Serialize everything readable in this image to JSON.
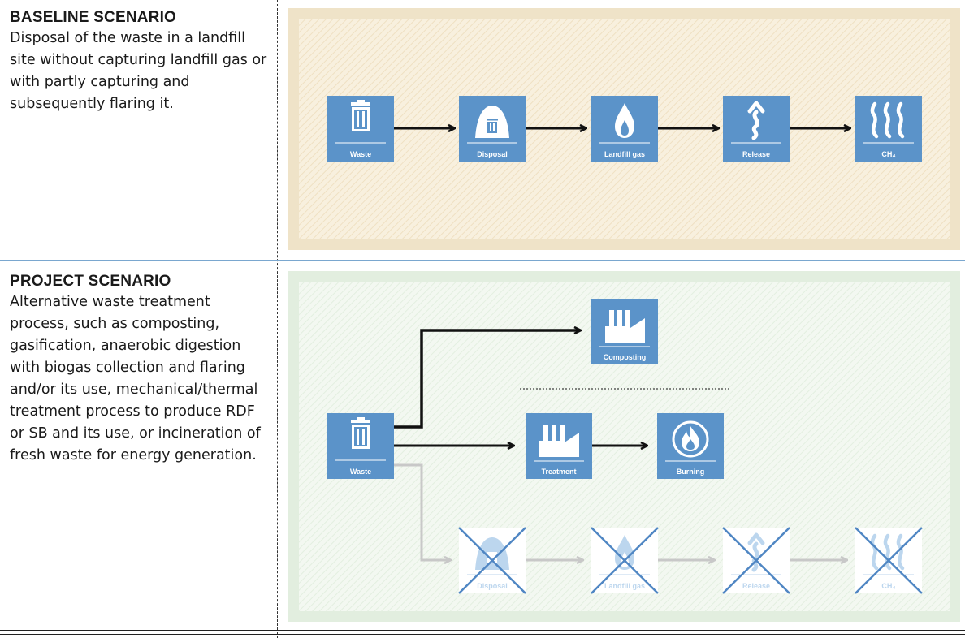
{
  "baseline": {
    "heading": "BASELINE SCENARIO",
    "description": "Disposal of the waste in a landfill site without capturing landfill gas or with partly capturing and subsequently flaring it.",
    "steps": [
      "Waste",
      "Disposal",
      "Landfill gas",
      "Release",
      "CH₄"
    ]
  },
  "project": {
    "heading": "PROJECT SCENARIO",
    "description": "Alternative waste treatment process, such as composting, gasification, anaerobic digestion with biogas collection and flaring and/or its use, mechanical/thermal treatment process to produce RDF or SB and its use, or incineration of fresh waste for energy generation.",
    "source": "Waste",
    "composting": "Composting",
    "treatment": "Treatment",
    "burning": "Burning",
    "avoided_steps": [
      "Disposal",
      "Landfill gas",
      "Release",
      "CH₄"
    ]
  },
  "colors": {
    "icon_blue": "#5b93c9",
    "faded_blue": "#bcd6ee",
    "cross_blue": "#4f86c3",
    "baseline_frame": "#efe3c8",
    "baseline_fill": "#f7efdd",
    "project_frame": "#e2eedf",
    "project_fill": "#f1f7ef",
    "arrow": "#111111",
    "grey_arrow": "#c8c8c8"
  }
}
